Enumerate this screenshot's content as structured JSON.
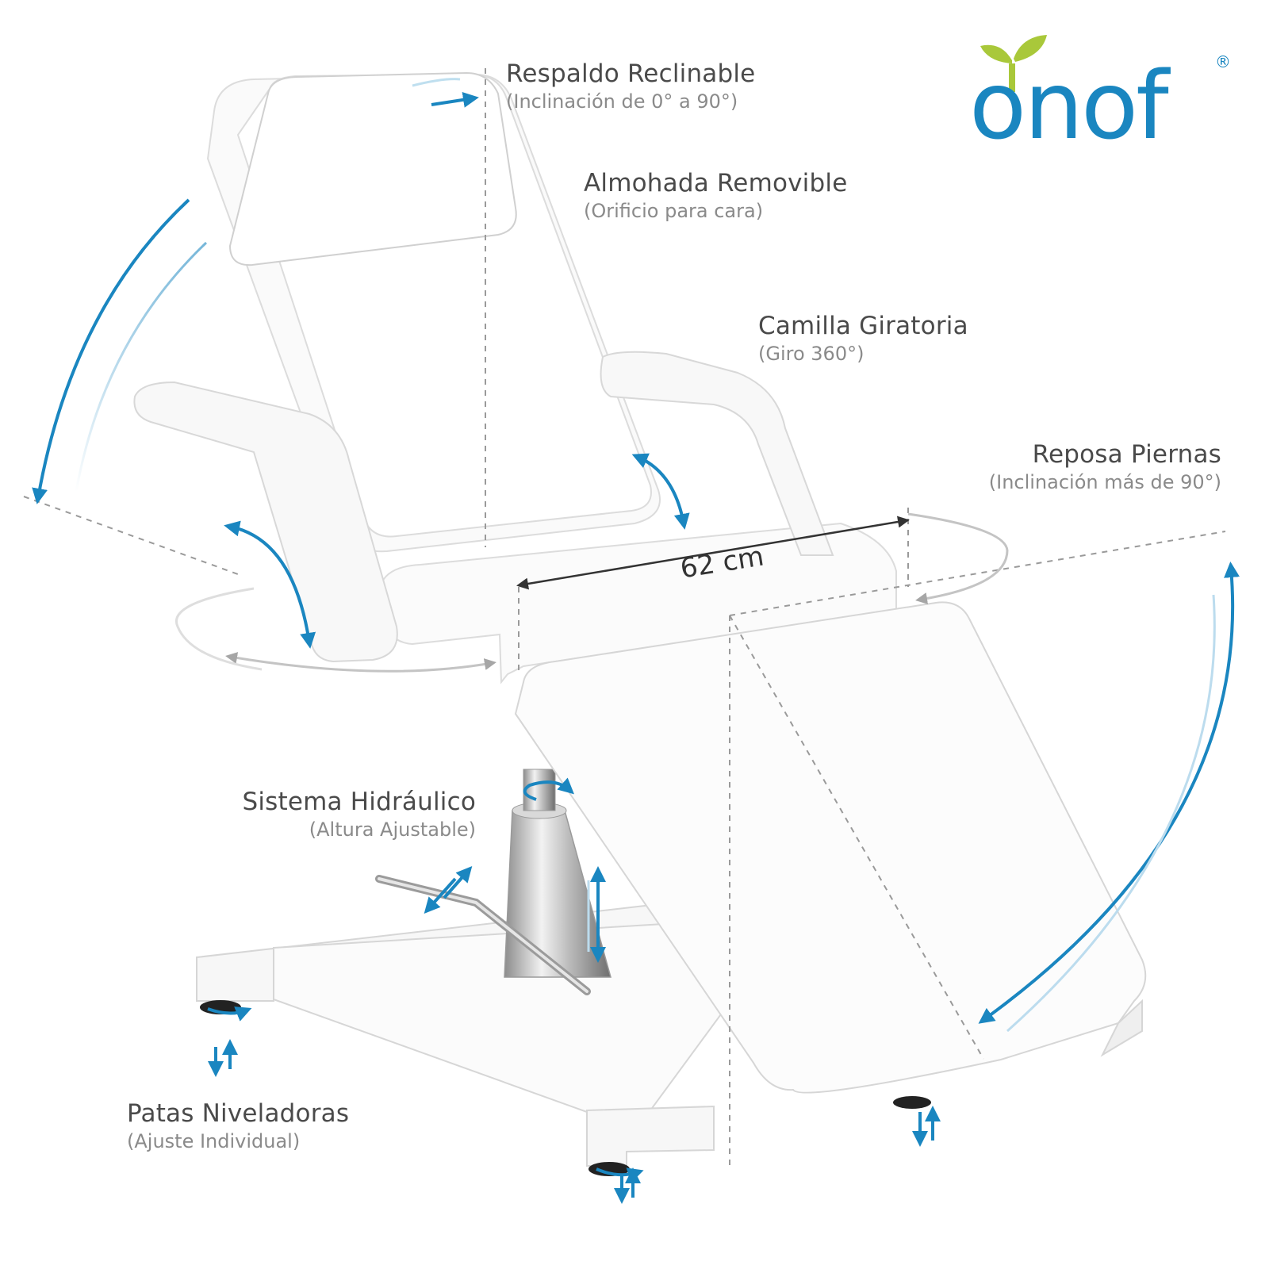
{
  "labels": {
    "backrest": {
      "title": "Respaldo Reclinable",
      "sub": "(Inclinación de 0° a 90°)"
    },
    "pillow": {
      "title": "Almohada Removible",
      "sub": "(Orificio para cara)"
    },
    "swivel": {
      "title": "Camilla Giratoria",
      "sub": "(Giro 360°)"
    },
    "legrest": {
      "title": "Reposa Piernas",
      "sub": "(Inclinación más de 90°)"
    },
    "hydraulic": {
      "title": "Sistema Hidráulico",
      "sub": "(Altura Ajustable)"
    },
    "feet": {
      "title": "Patas Niveladoras",
      "sub": "(Ajuste Individual)"
    }
  },
  "dimension": "62 cm",
  "logo": {
    "text": "onof",
    "registered": "®"
  },
  "colors": {
    "accent_blue": "#1a86c0",
    "logo_green": "#a9c83a",
    "dim_line": "#333333",
    "dashed": "#9a9a9a",
    "rotation_gray": "#bdbdbd",
    "text": "#4a4a4a",
    "sub_text": "#8a8a8a"
  }
}
